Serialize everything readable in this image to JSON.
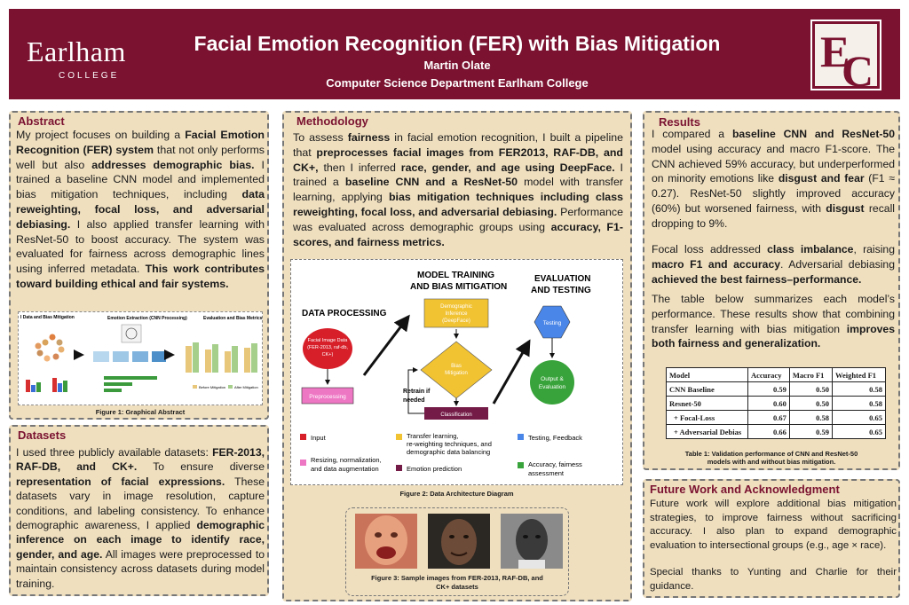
{
  "header": {
    "logo_main": "Earlham",
    "logo_sub": "COLLEGE",
    "title": "Facial Emotion Recognition (FER) with Bias Mitigation",
    "author": "Martin Olate",
    "department": "Computer Science Department Earlham College",
    "crest_letter_1": "E",
    "crest_letter_2": "C"
  },
  "abstract": {
    "title": "Abstract",
    "figure_caption": "Figure 1: Graphical Abstract",
    "figure_labels": {
      "col1": "I Data and Bias Mitigation",
      "col2": "Emotion Extraction (CNN Processing)",
      "col3": "Evaluation and Bias Metrics",
      "legend_before": "Before Mitigation",
      "legend_after": "After Mitigation"
    }
  },
  "datasets": {
    "title": "Datasets"
  },
  "methodology": {
    "title": "Methodology",
    "figure2_caption": "Figure 2: Data Architecture Diagram",
    "figure3_caption_1": "Figure 3: Sample images from FER-2013, RAF-DB, and",
    "figure3_caption_2": "CK+ datasets"
  },
  "diagram": {
    "heading_processing": "DATA PROCESSING",
    "heading_training_1": "MODEL TRAINING",
    "heading_training_2": "AND BIAS MITIGATION",
    "heading_eval_1": "EVALUATION",
    "heading_eval_2": "AND TESTING",
    "node_input_1": "Facial Image Data",
    "node_input_2": "(FER-2013, raf-db,",
    "node_input_3": "CK+)",
    "node_preprocessing": "Preprocessing",
    "node_demographic_1": "Demographic",
    "node_demographic_2": "Inference",
    "node_demographic_3": "(DeepFace)",
    "node_bias_1": "Bias",
    "node_bias_2": "Mitigation",
    "node_retrain_1": "Retrain if",
    "node_retrain_2": "needed",
    "node_classification": "Classification",
    "node_testing": "Testing",
    "node_output_1": "Output &",
    "node_output_2": "Evaluation",
    "legend": {
      "input": "Input",
      "transfer_1": "Transfer learning,",
      "transfer_2": "re-weighting techniques, and",
      "transfer_3": "demographic data balancing",
      "testing": "Testing, Feedback",
      "resize_1": "Resizing, normalization,",
      "resize_2": "and data augmentation",
      "emotion": "Emotion prediction",
      "accuracy_1": "Accuracy, fairness",
      "accuracy_2": "assessment"
    },
    "colors": {
      "input": "#d71f2a",
      "preprocessing": "#ee77c4",
      "transfer": "#f1c232",
      "classification": "#741b47",
      "testing": "#4a86e8",
      "output": "#38a33a"
    }
  },
  "results": {
    "title": "Results",
    "table_caption_1": "Table 1: Validation performance of CNN and ResNet-50",
    "table_caption_2": "models with and without bias mitigation.",
    "table": {
      "headers": [
        "Model",
        "Accuracy",
        "Macro F1",
        "Weighted F1"
      ],
      "rows": [
        [
          "CNN Baseline",
          "0.59",
          "0.50",
          "0.58"
        ],
        [
          "Resnet-50",
          "0.60",
          "0.50",
          "0.58"
        ],
        [
          "+ Focal-Loss",
          "0.67",
          "0.58",
          "0.65"
        ],
        [
          "+ Adversarial Debias",
          "0.66",
          "0.59",
          "0.65"
        ]
      ]
    }
  },
  "future": {
    "title": "Future Work and Acknowledgment",
    "p1": "Future work will explore additional bias mitigation strategies, to improve fairness without sacrificing accuracy. I also plan to expand demographic evaluation to intersectional groups (e.g., age × race).",
    "p2": "Special thanks to Yunting and Charlie for their guidance."
  }
}
